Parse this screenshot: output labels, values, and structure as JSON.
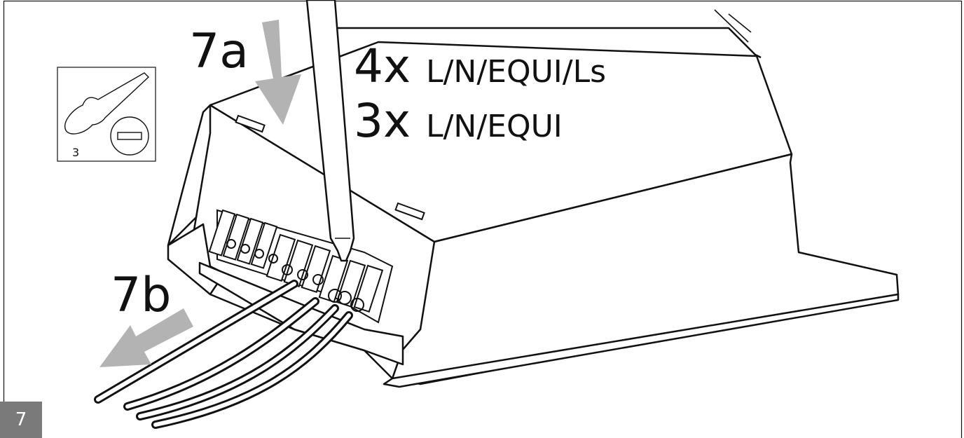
{
  "step_number": "7",
  "labels": {
    "step_a": "7a",
    "step_b": "7b"
  },
  "wiring": [
    {
      "count": "4x",
      "signals": "L/N/EQUI/Ls"
    },
    {
      "count": "3x",
      "signals": "L/N/EQUI"
    }
  ],
  "tool": {
    "size": "3",
    "type_icon": "slotted-screwdriver-icon"
  },
  "colors": {
    "arrow": "#b3b3b3",
    "step_box": "#7a7a7a",
    "line": "#111111"
  }
}
